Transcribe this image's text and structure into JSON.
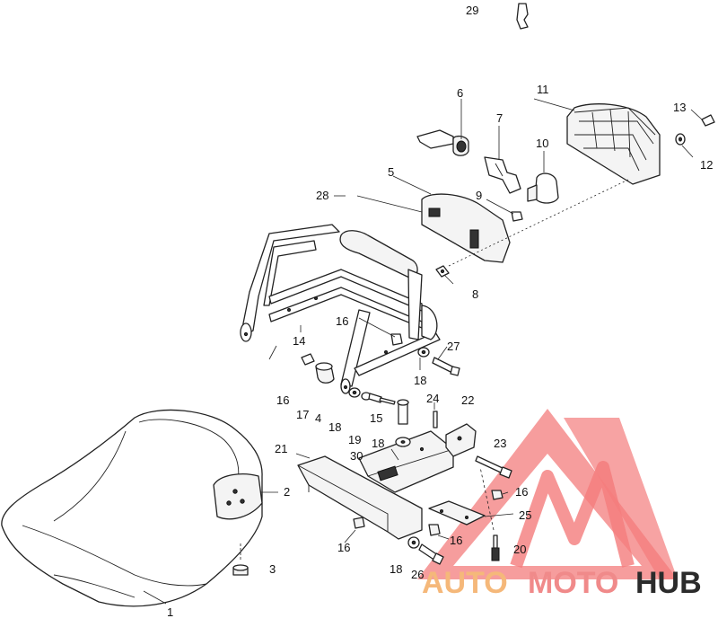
{
  "callouts": {
    "c1": "1",
    "c2": "2",
    "c3": "3",
    "c4": "4",
    "c5": "5",
    "c6": "6",
    "c7": "7",
    "c8": "8",
    "c9": "9",
    "c10": "10",
    "c11": "11",
    "c12": "12",
    "c13": "13",
    "c14": "14",
    "c15": "15",
    "c16a": "16",
    "c16b": "16",
    "c16c": "16",
    "c16d": "16",
    "c16e": "16",
    "c17": "17",
    "c18a": "18",
    "c18b": "18",
    "c18c": "18",
    "c18d": "18",
    "c19": "19",
    "c20": "20",
    "c21": "21",
    "c22": "22",
    "c23": "23",
    "c24": "24",
    "c25": "25",
    "c26": "26",
    "c27": "27",
    "c28": "28",
    "c29": "29",
    "c30": "30"
  },
  "watermark": {
    "word_auto": "AUTO",
    "word_moto": "MOTO",
    "word_hub": "HUB",
    "color_auto": "#f5b87a",
    "color_moto": "#f08a8a",
    "color_hub": "#2b2b2b",
    "color_triangle": "#f26565"
  }
}
